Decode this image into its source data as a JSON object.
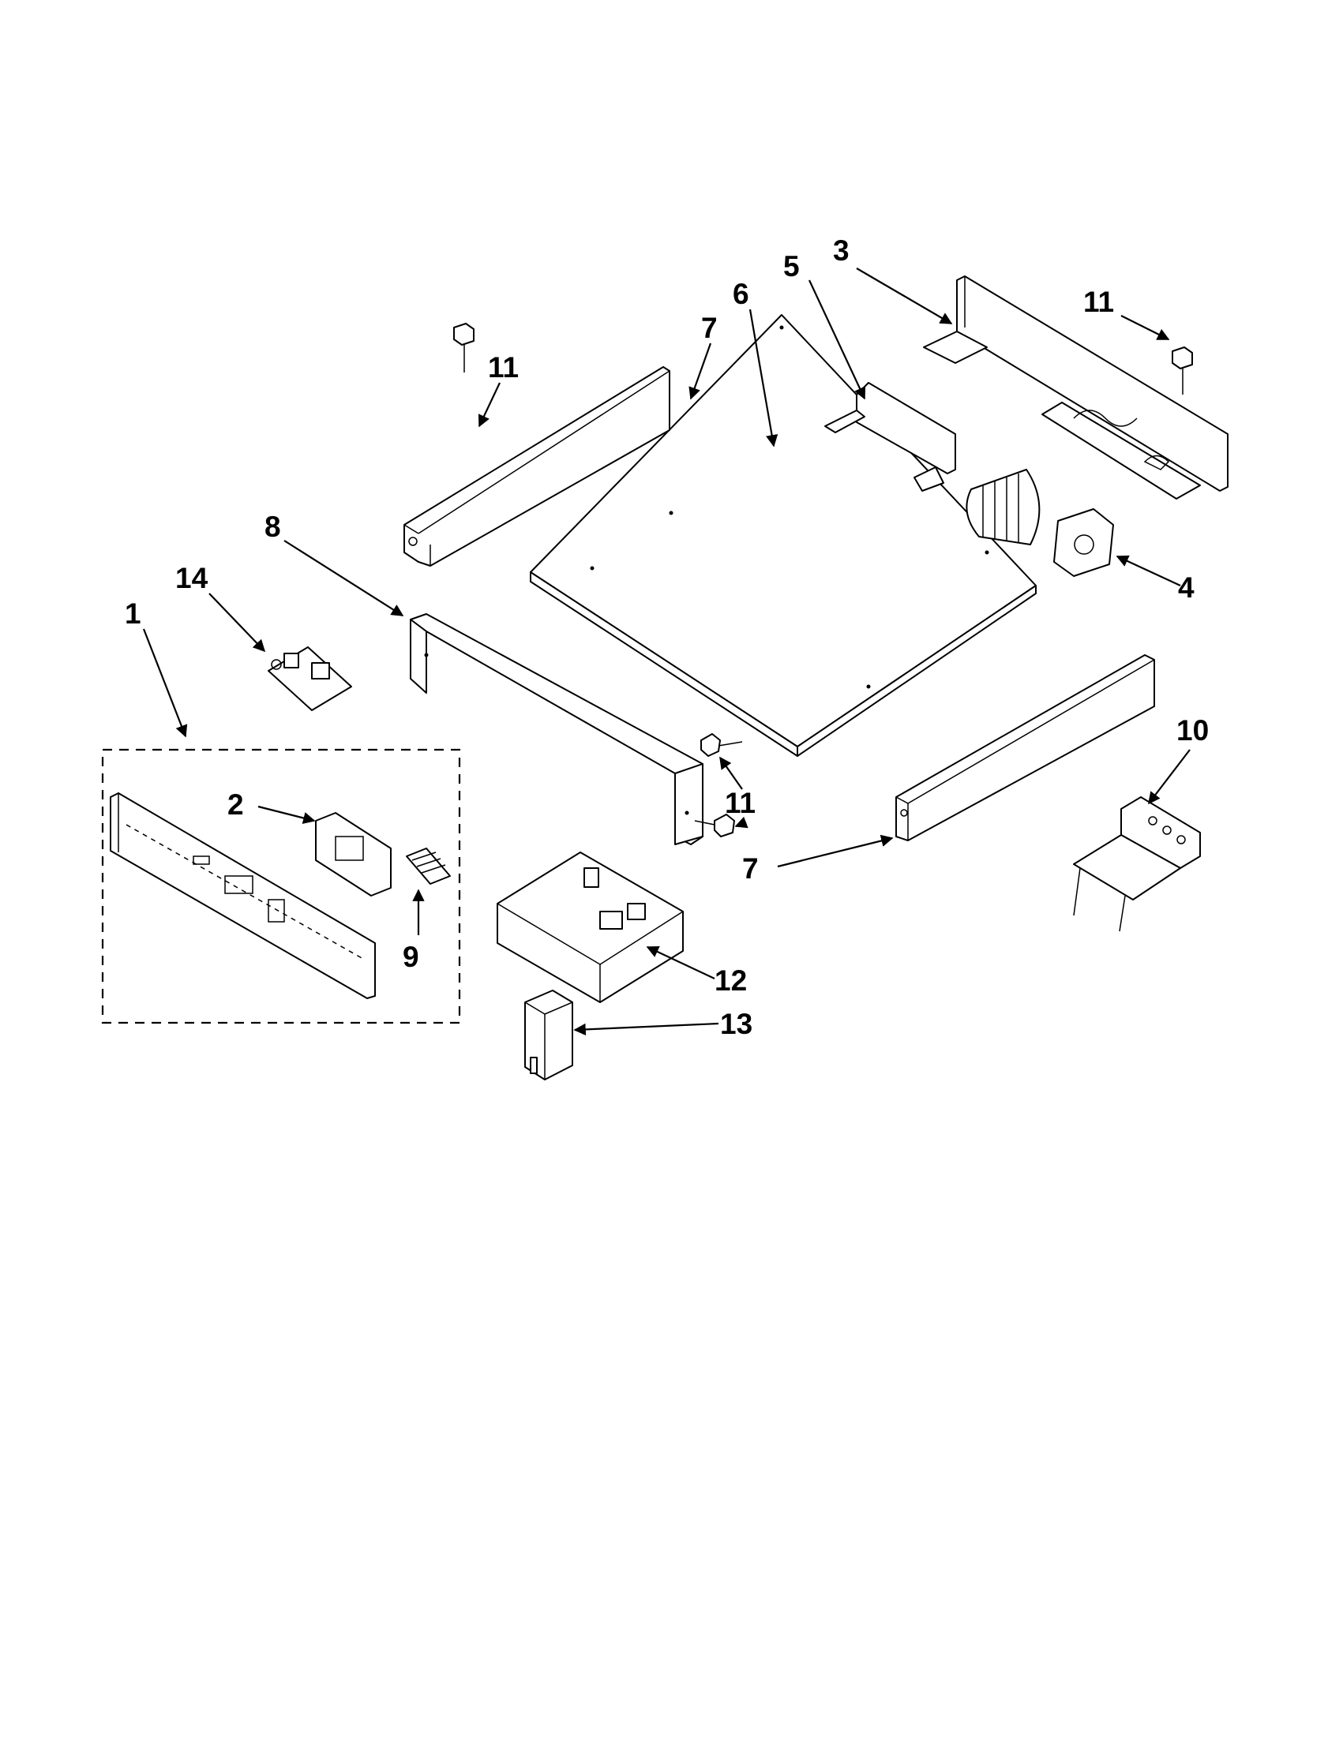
{
  "diagram": {
    "colors": {
      "line": "#000000",
      "background": "#ffffff"
    },
    "callouts": [
      {
        "id": "c1",
        "label": "1"
      },
      {
        "id": "c2",
        "label": "2"
      },
      {
        "id": "c3",
        "label": "3"
      },
      {
        "id": "c4",
        "label": "4"
      },
      {
        "id": "c5",
        "label": "5"
      },
      {
        "id": "c6",
        "label": "6"
      },
      {
        "id": "c7a",
        "label": "7"
      },
      {
        "id": "c7b",
        "label": "7"
      },
      {
        "id": "c8",
        "label": "8"
      },
      {
        "id": "c9",
        "label": "9"
      },
      {
        "id": "c10",
        "label": "10"
      },
      {
        "id": "c11a",
        "label": "11"
      },
      {
        "id": "c11b",
        "label": "11"
      },
      {
        "id": "c11c",
        "label": "11"
      },
      {
        "id": "c12",
        "label": "12"
      },
      {
        "id": "c13",
        "label": "13"
      },
      {
        "id": "c14",
        "label": "14"
      }
    ]
  }
}
